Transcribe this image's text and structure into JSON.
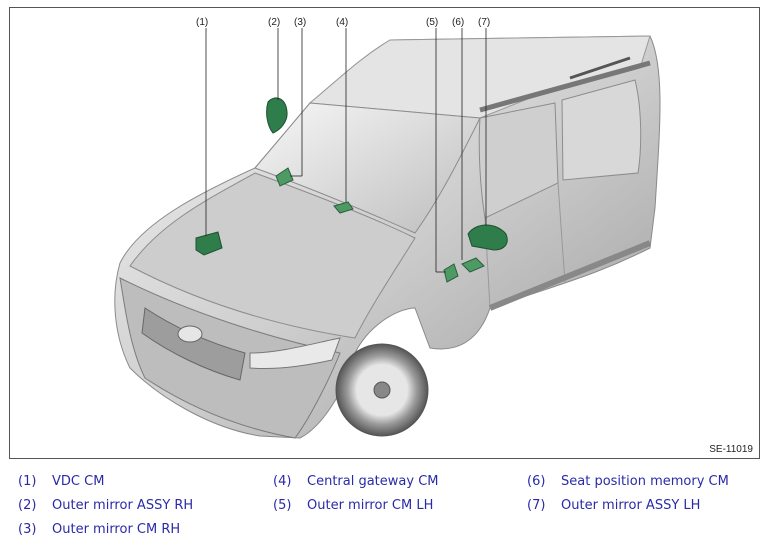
{
  "figure": {
    "id_label": "SE-11019",
    "callouts": [
      "(1)",
      "(2)",
      "(3)",
      "(4)",
      "(5)",
      "(6)",
      "(7)"
    ]
  },
  "colors": {
    "component_green": "#2f7d4a",
    "legend_text": "#2a2aa8",
    "car_body": "#d9d9d9"
  },
  "legend": [
    {
      "num": "(1)",
      "label": "VDC CM"
    },
    {
      "num": "(2)",
      "label": "Outer mirror ASSY RH"
    },
    {
      "num": "(3)",
      "label": "Outer mirror CM RH"
    },
    {
      "num": "(4)",
      "label": "Central gateway CM"
    },
    {
      "num": "(5)",
      "label": "Outer mirror CM LH"
    },
    {
      "num": "(6)",
      "label": "Seat position memory CM"
    },
    {
      "num": "(7)",
      "label": "Outer mirror ASSY LH"
    }
  ]
}
